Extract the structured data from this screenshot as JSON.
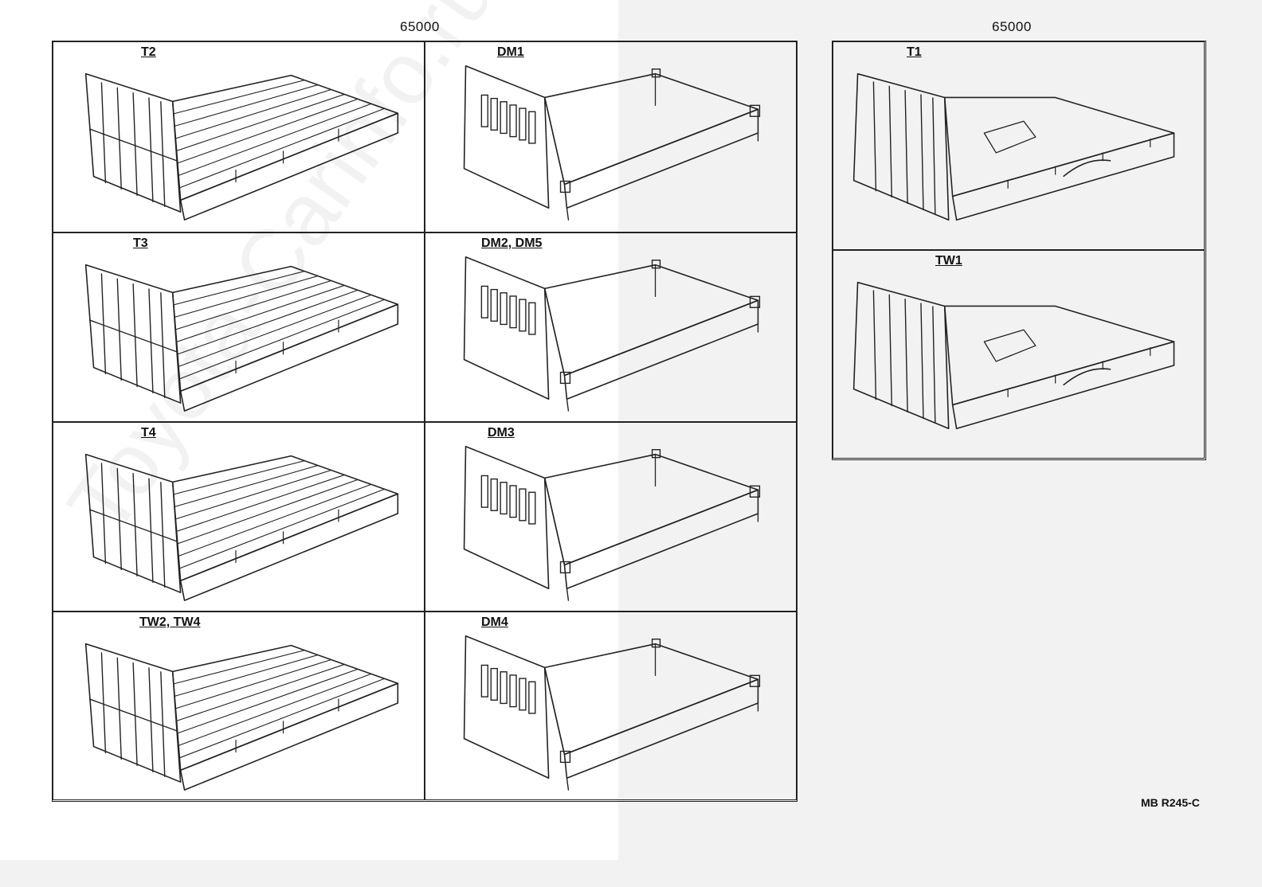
{
  "left_block": {
    "group_number": "65000",
    "panels": [
      {
        "code": "T2",
        "style": "flatbed"
      },
      {
        "code": "DM1",
        "style": "dump"
      },
      {
        "code": "T3",
        "style": "flatbed"
      },
      {
        "code": "DM2, DM5",
        "style": "dump"
      },
      {
        "code": "T4",
        "style": "flatbed"
      },
      {
        "code": "DM3",
        "style": "dump"
      },
      {
        "code": "TW2, TW4",
        "style": "flatbed"
      },
      {
        "code": "DM4",
        "style": "dump"
      }
    ]
  },
  "right_block": {
    "group_number": "65000",
    "panels": [
      {
        "code": "T1",
        "style": "pickup"
      },
      {
        "code": "TW1",
        "style": "pickup"
      }
    ]
  },
  "reference_code": "MB R245-C",
  "watermark_text": "Toyota-Carinfo.ru"
}
